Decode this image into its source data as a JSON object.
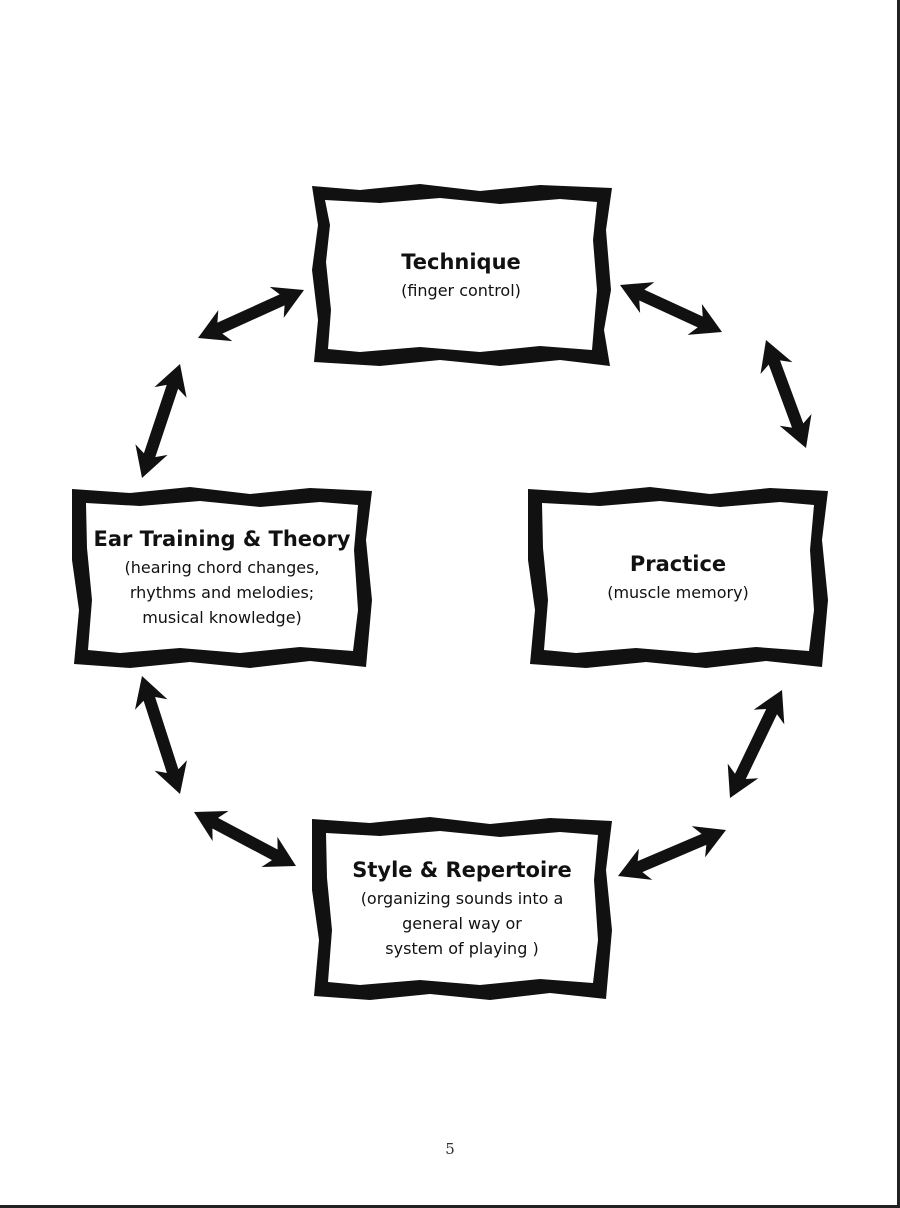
{
  "diagram": {
    "nodes": {
      "technique": {
        "title": "Technique",
        "subtitle": "(finger control)"
      },
      "practice": {
        "title": "Practice",
        "subtitle": "(muscle memory)"
      },
      "ear_training": {
        "title": "Ear Training & Theory",
        "subtitle": "(hearing chord changes,\nrhythms and melodies;\nmusical knowledge)"
      },
      "style": {
        "title": "Style & Repertoire",
        "subtitle": "(organizing sounds into a\ngeneral way or\nsystem of playing )"
      }
    },
    "connections": [
      {
        "from": "technique",
        "to": "practice",
        "type": "bidirectional"
      },
      {
        "from": "practice",
        "to": "style",
        "type": "bidirectional"
      },
      {
        "from": "style",
        "to": "ear_training",
        "type": "bidirectional"
      },
      {
        "from": "ear_training",
        "to": "technique",
        "type": "bidirectional"
      }
    ],
    "colors": {
      "ink": "#111111",
      "paper": "#ffffff"
    }
  },
  "page": {
    "number": "5"
  }
}
